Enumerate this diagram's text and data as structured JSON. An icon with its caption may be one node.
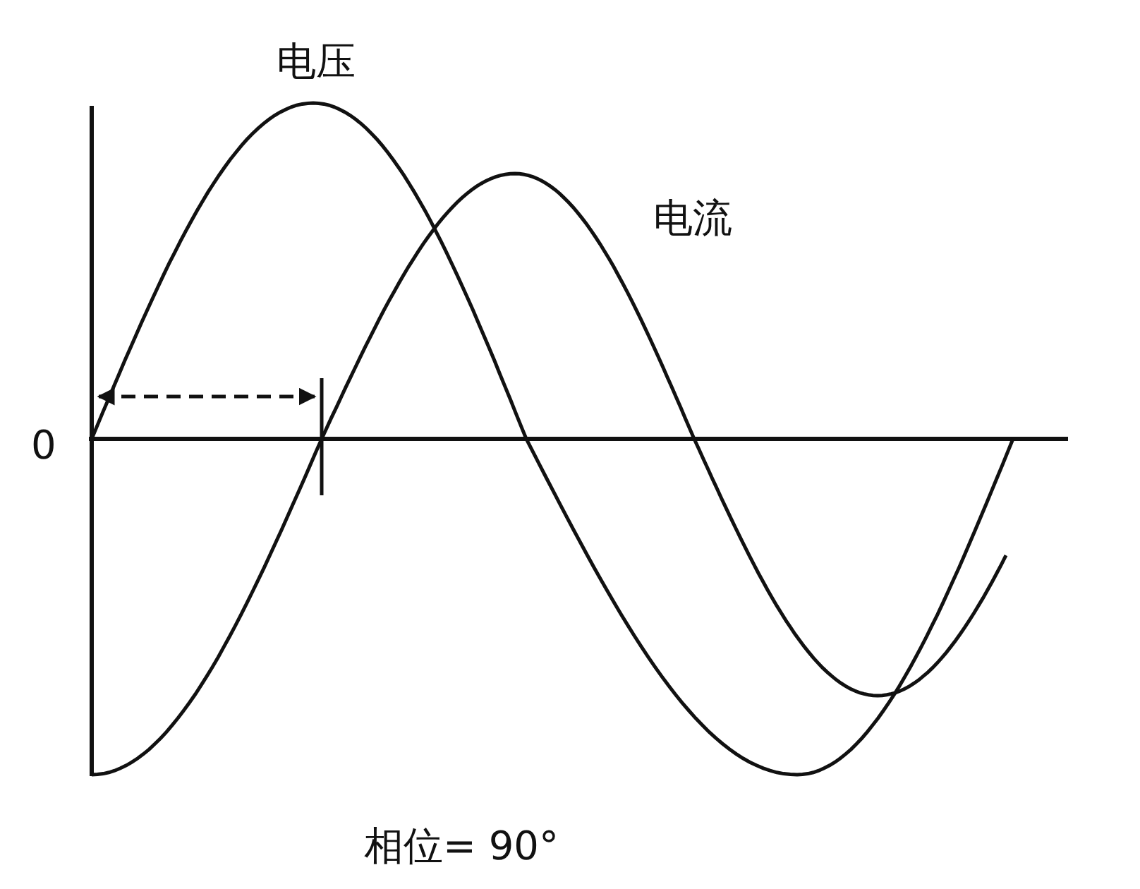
{
  "diagram": {
    "labels": [
      "电压",
      "电流",
      "0",
      "相位= 90°"
    ]
  }
}
